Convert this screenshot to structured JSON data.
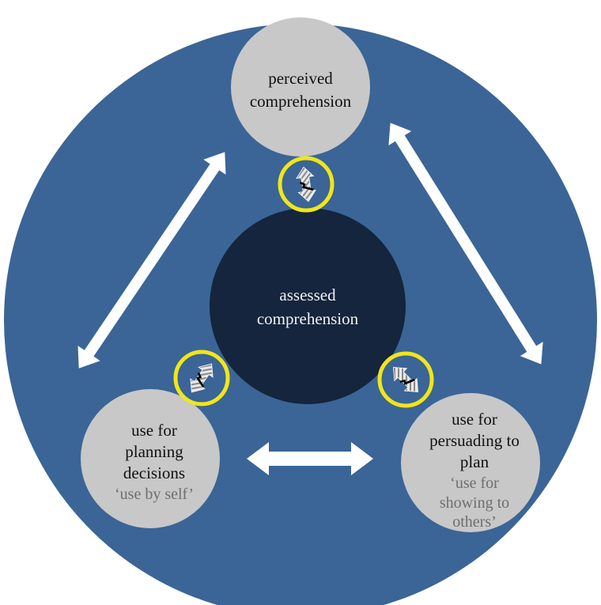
{
  "colors": {
    "background_disc": "#3a6596",
    "center_node": "#14253d",
    "outer_node": "#c8c8c8",
    "arrow": "#ffffff",
    "ring": "#f2e51a"
  },
  "nodes": {
    "perceived": {
      "line1": "perceived",
      "line2": "comprehension"
    },
    "assessed": {
      "line1": "assessed",
      "line2": "comprehension"
    },
    "planning": {
      "line1": "use for",
      "line2": "planning",
      "line3": "decisions",
      "sub": "‘use by self’"
    },
    "persuading": {
      "line1": "use for",
      "line2": "persuading to",
      "line3": "plan",
      "sub1": "‘use for",
      "sub2": "showing to",
      "sub3": "others’"
    }
  },
  "connectors": {
    "top": {
      "icon": "striped-double-arrow-icon"
    },
    "left": {
      "icon": "striped-double-arrow-icon"
    },
    "right": {
      "icon": "striped-double-arrow-icon"
    }
  }
}
